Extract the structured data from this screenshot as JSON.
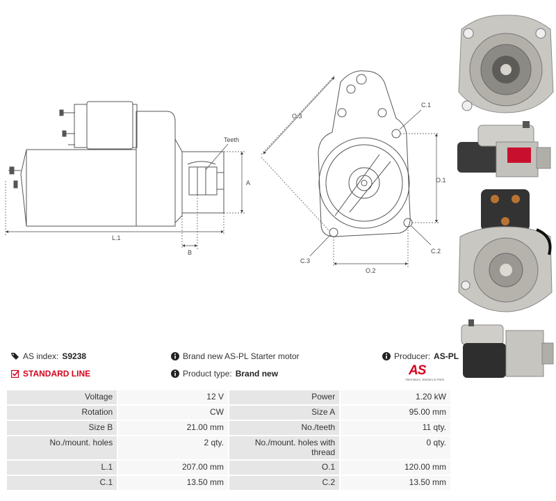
{
  "drawing": {
    "labels": {
      "teeth": "Teeth",
      "a": "A",
      "b": "B",
      "l1": "L.1",
      "o1": "O.1",
      "o2": "O.2",
      "o3": "O.3",
      "c1": "C.1",
      "c2": "C.2",
      "c3": "C.3"
    }
  },
  "info": {
    "as_index_label": "AS index:",
    "as_index_value": "S9238",
    "standard_line": "STANDARD LINE",
    "description": "Brand new AS-PL Starter motor",
    "product_type_label": "Product type:",
    "product_type_value": "Brand new",
    "producer_label": "Producer:",
    "producer_value": "AS-PL"
  },
  "logo": {
    "text": "AS",
    "subtitle": "Alternators, Starters & Parts"
  },
  "specs": [
    {
      "label1": "Voltage",
      "value1": "12 V",
      "label2": "Power",
      "value2": "1.20 kW"
    },
    {
      "label1": "Rotation",
      "value1": "CW",
      "label2": "Size A",
      "value2": "95.00 mm"
    },
    {
      "label1": "Size B",
      "value1": "21.00 mm",
      "label2": "No./teeth",
      "value2": "11 qty."
    },
    {
      "label1": "No./mount. holes",
      "value1": "2 qty.",
      "label2": "No./mount. holes with thread",
      "value2": "0 qty."
    },
    {
      "label1": "L.1",
      "value1": "207.00 mm",
      "label2": "O.1",
      "value2": "120.00 mm"
    },
    {
      "label1": "C.1",
      "value1": "13.50 mm",
      "label2": "C.2",
      "value2": "13.50 mm"
    }
  ],
  "colors": {
    "accent_red": "#d6001c",
    "label_bg": "#e6e6e6",
    "value_bg": "#f7f7f7"
  },
  "icons": {
    "as_index": "tags-icon",
    "standard_line": "check-square-icon",
    "info": "info-circle-icon"
  }
}
